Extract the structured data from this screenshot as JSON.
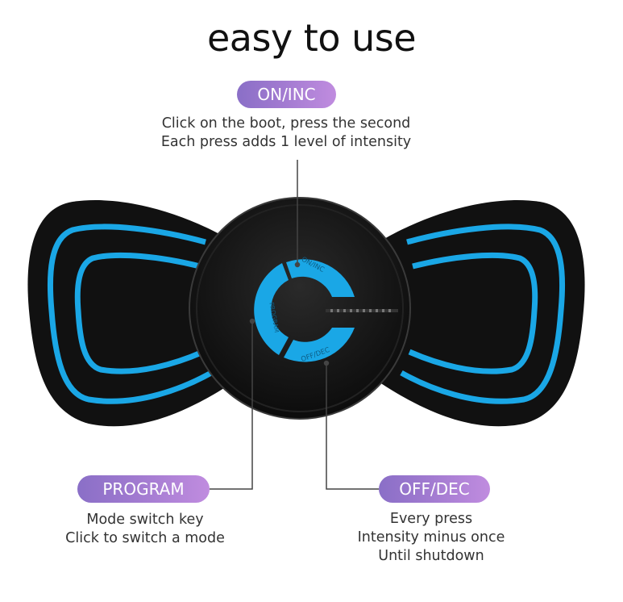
{
  "title": "easy to use",
  "buttons": {
    "on_inc": {
      "label": "ON/INC",
      "desc": [
        "Click on the boot, press the second",
        "Each press adds 1 level of intensity"
      ],
      "device_text": "ON/INC"
    },
    "program": {
      "label": "PROGRAM",
      "desc": [
        "Mode switch key",
        "Click to switch a mode"
      ],
      "device_text": "PROGRAM"
    },
    "off_dec": {
      "label": "OFF/DEC",
      "desc": [
        "Every press",
        "Intensity minus once",
        "Until shutdown"
      ],
      "device_text": "OFF/DEC"
    }
  },
  "colors": {
    "pill_gradient": [
      "#8a6fc7",
      "#c08cdf"
    ],
    "device_blue": "#1aa7e6",
    "device_body": "#111111"
  }
}
